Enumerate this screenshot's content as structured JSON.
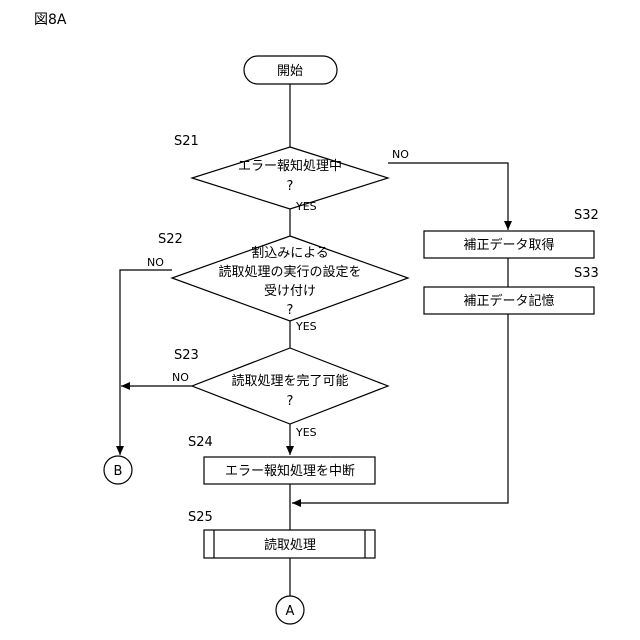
{
  "figure_label": "図8A",
  "nodes": {
    "start": "開始",
    "s21": {
      "step": "S21",
      "line1": "エラー報知処理中",
      "line2": "?"
    },
    "s22": {
      "step": "S22",
      "line1": "割込みによる",
      "line2": "読取処理の実行の設定を",
      "line3": "受け付け",
      "line4": "?"
    },
    "s23": {
      "step": "S23",
      "line1": "読取処理を完了可能",
      "line2": "?"
    },
    "s24": {
      "step": "S24",
      "label": "エラー報知処理を中断"
    },
    "s25": {
      "step": "S25",
      "label": "読取処理"
    },
    "s32": {
      "step": "S32",
      "label": "補正データ取得"
    },
    "s33": {
      "step": "S33",
      "label": "補正データ記憶"
    },
    "conn_b": "B",
    "conn_a": "A"
  },
  "branches": {
    "yes": "YES",
    "no": "NO"
  }
}
